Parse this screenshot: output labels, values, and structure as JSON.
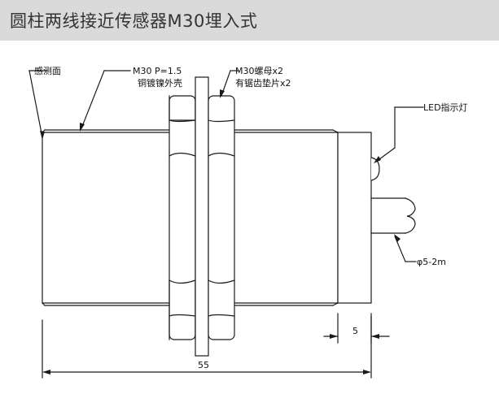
{
  "header": {
    "title": "圆柱两线接近传感器M30埋入式"
  },
  "labels": {
    "sensing_face": "感测面",
    "thread_line1": "M30  P=1.5",
    "thread_line2": "铜镀镍外壳",
    "nut_line1": "M30螺母x2",
    "nut_line2": "有锯齿垫片x2",
    "led": "LED指示灯",
    "cable": "φ5-2m"
  },
  "dimensions": {
    "total_length": "55",
    "rear_section": "5"
  },
  "colors": {
    "header_bg": "#dadada",
    "line": "#1a1a1a"
  }
}
